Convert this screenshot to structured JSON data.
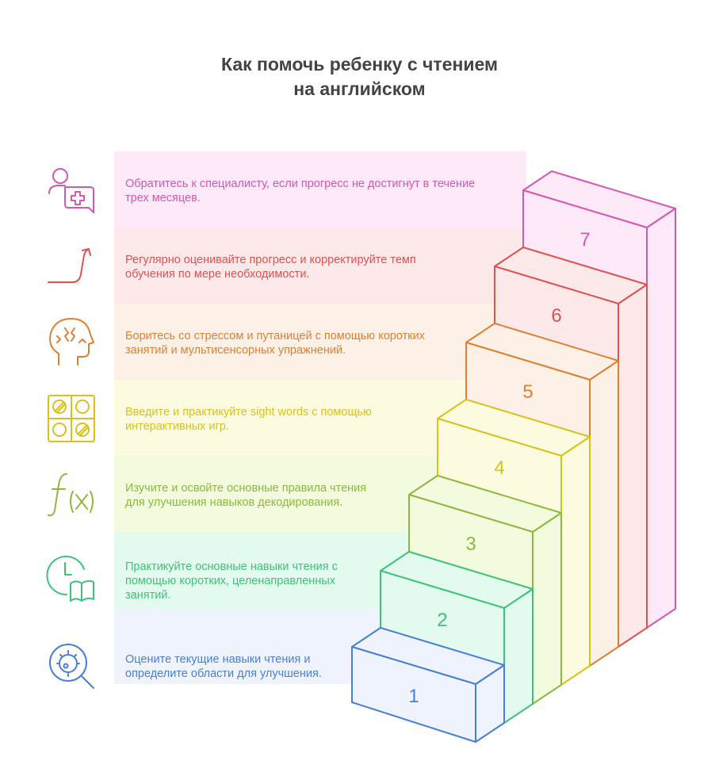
{
  "title": {
    "line1": "Как помочь ребенку с чтением",
    "line2": "на английском"
  },
  "steps": [
    {
      "number": "1",
      "lines": [
        "Оцените текущие навыки чтения и",
        "определите области для улучшения."
      ],
      "icon": "magnifier-icon",
      "color": "#4a7fd6",
      "fill": "#eef3fd"
    },
    {
      "number": "2",
      "lines": [
        "Практикуйте основные навыки чтения с",
        "помощью коротких, целенаправленных",
        "занятий."
      ],
      "icon": "clock-book-icon",
      "color": "#3fc27a",
      "fill": "#e3fbef"
    },
    {
      "number": "3",
      "lines": [
        "Изучите и освойте основные правила чтения",
        "для улучшения навыков декодирования."
      ],
      "icon": "function-icon",
      "color": "#8fb83c",
      "fill": "#f3fbdf"
    },
    {
      "number": "4",
      "lines": [
        "Введите и практикуйте sight words с помощью",
        "интерактивных игр."
      ],
      "icon": "game-grid-icon",
      "color": "#d9c21e",
      "fill": "#fdfbdf"
    },
    {
      "number": "5",
      "lines": [
        "Боритесь со стрессом и путаницей с помощью коротких",
        "занятий и мультисенсорных упражнений."
      ],
      "icon": "stressed-head-icon",
      "color": "#de8133",
      "fill": "#fdf1e7"
    },
    {
      "number": "6",
      "lines": [
        "Регулярно оценивайте прогресс и корректируйте темп",
        "обучения по мере необходимости."
      ],
      "icon": "trend-arrow-icon",
      "color": "#e05252",
      "fill": "#fde9e9"
    },
    {
      "number": "7",
      "lines": [
        "Обратитесь к специалисту, если прогресс не достигнут в течение",
        "трех месяцев."
      ],
      "icon": "doctor-consult-icon",
      "color": "#d757b3",
      "fill": "#fde9f7"
    }
  ]
}
